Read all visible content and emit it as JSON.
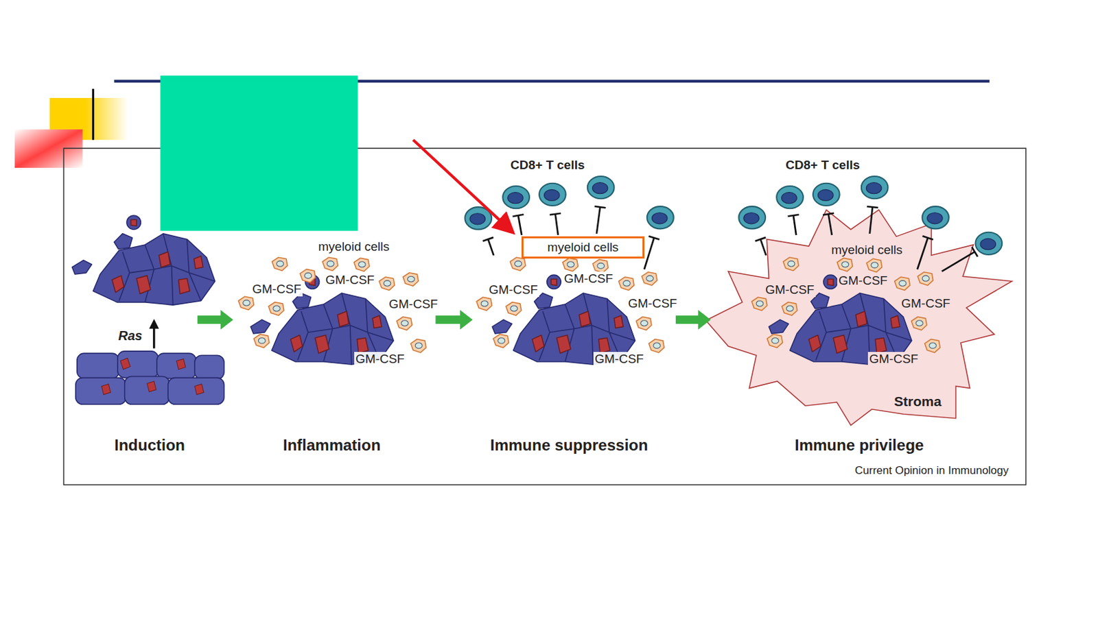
{
  "diagram": {
    "nodes": [
      {
        "text": [
          "myeloid cells"
        ]
      }
    ],
    "labels": [
      "CD8+ T cells",
      "CD8+ T cells",
      "myeloid cells",
      "myeloid cells",
      "GM-CSF",
      "GM-CSF",
      "GM-CSF",
      "GM-CSF",
      "GM-CSF",
      "GM-CSF",
      "GM-CSF",
      "GM-CSF",
      "GM-CSF",
      "GM-CSF",
      "GM-CSF",
      "GM-CSF",
      "Ras",
      "Induction",
      "Inflammation",
      "Immune suppression",
      "Immune privilege",
      "Stroma",
      "Current Opinion in Immunology"
    ]
  }
}
